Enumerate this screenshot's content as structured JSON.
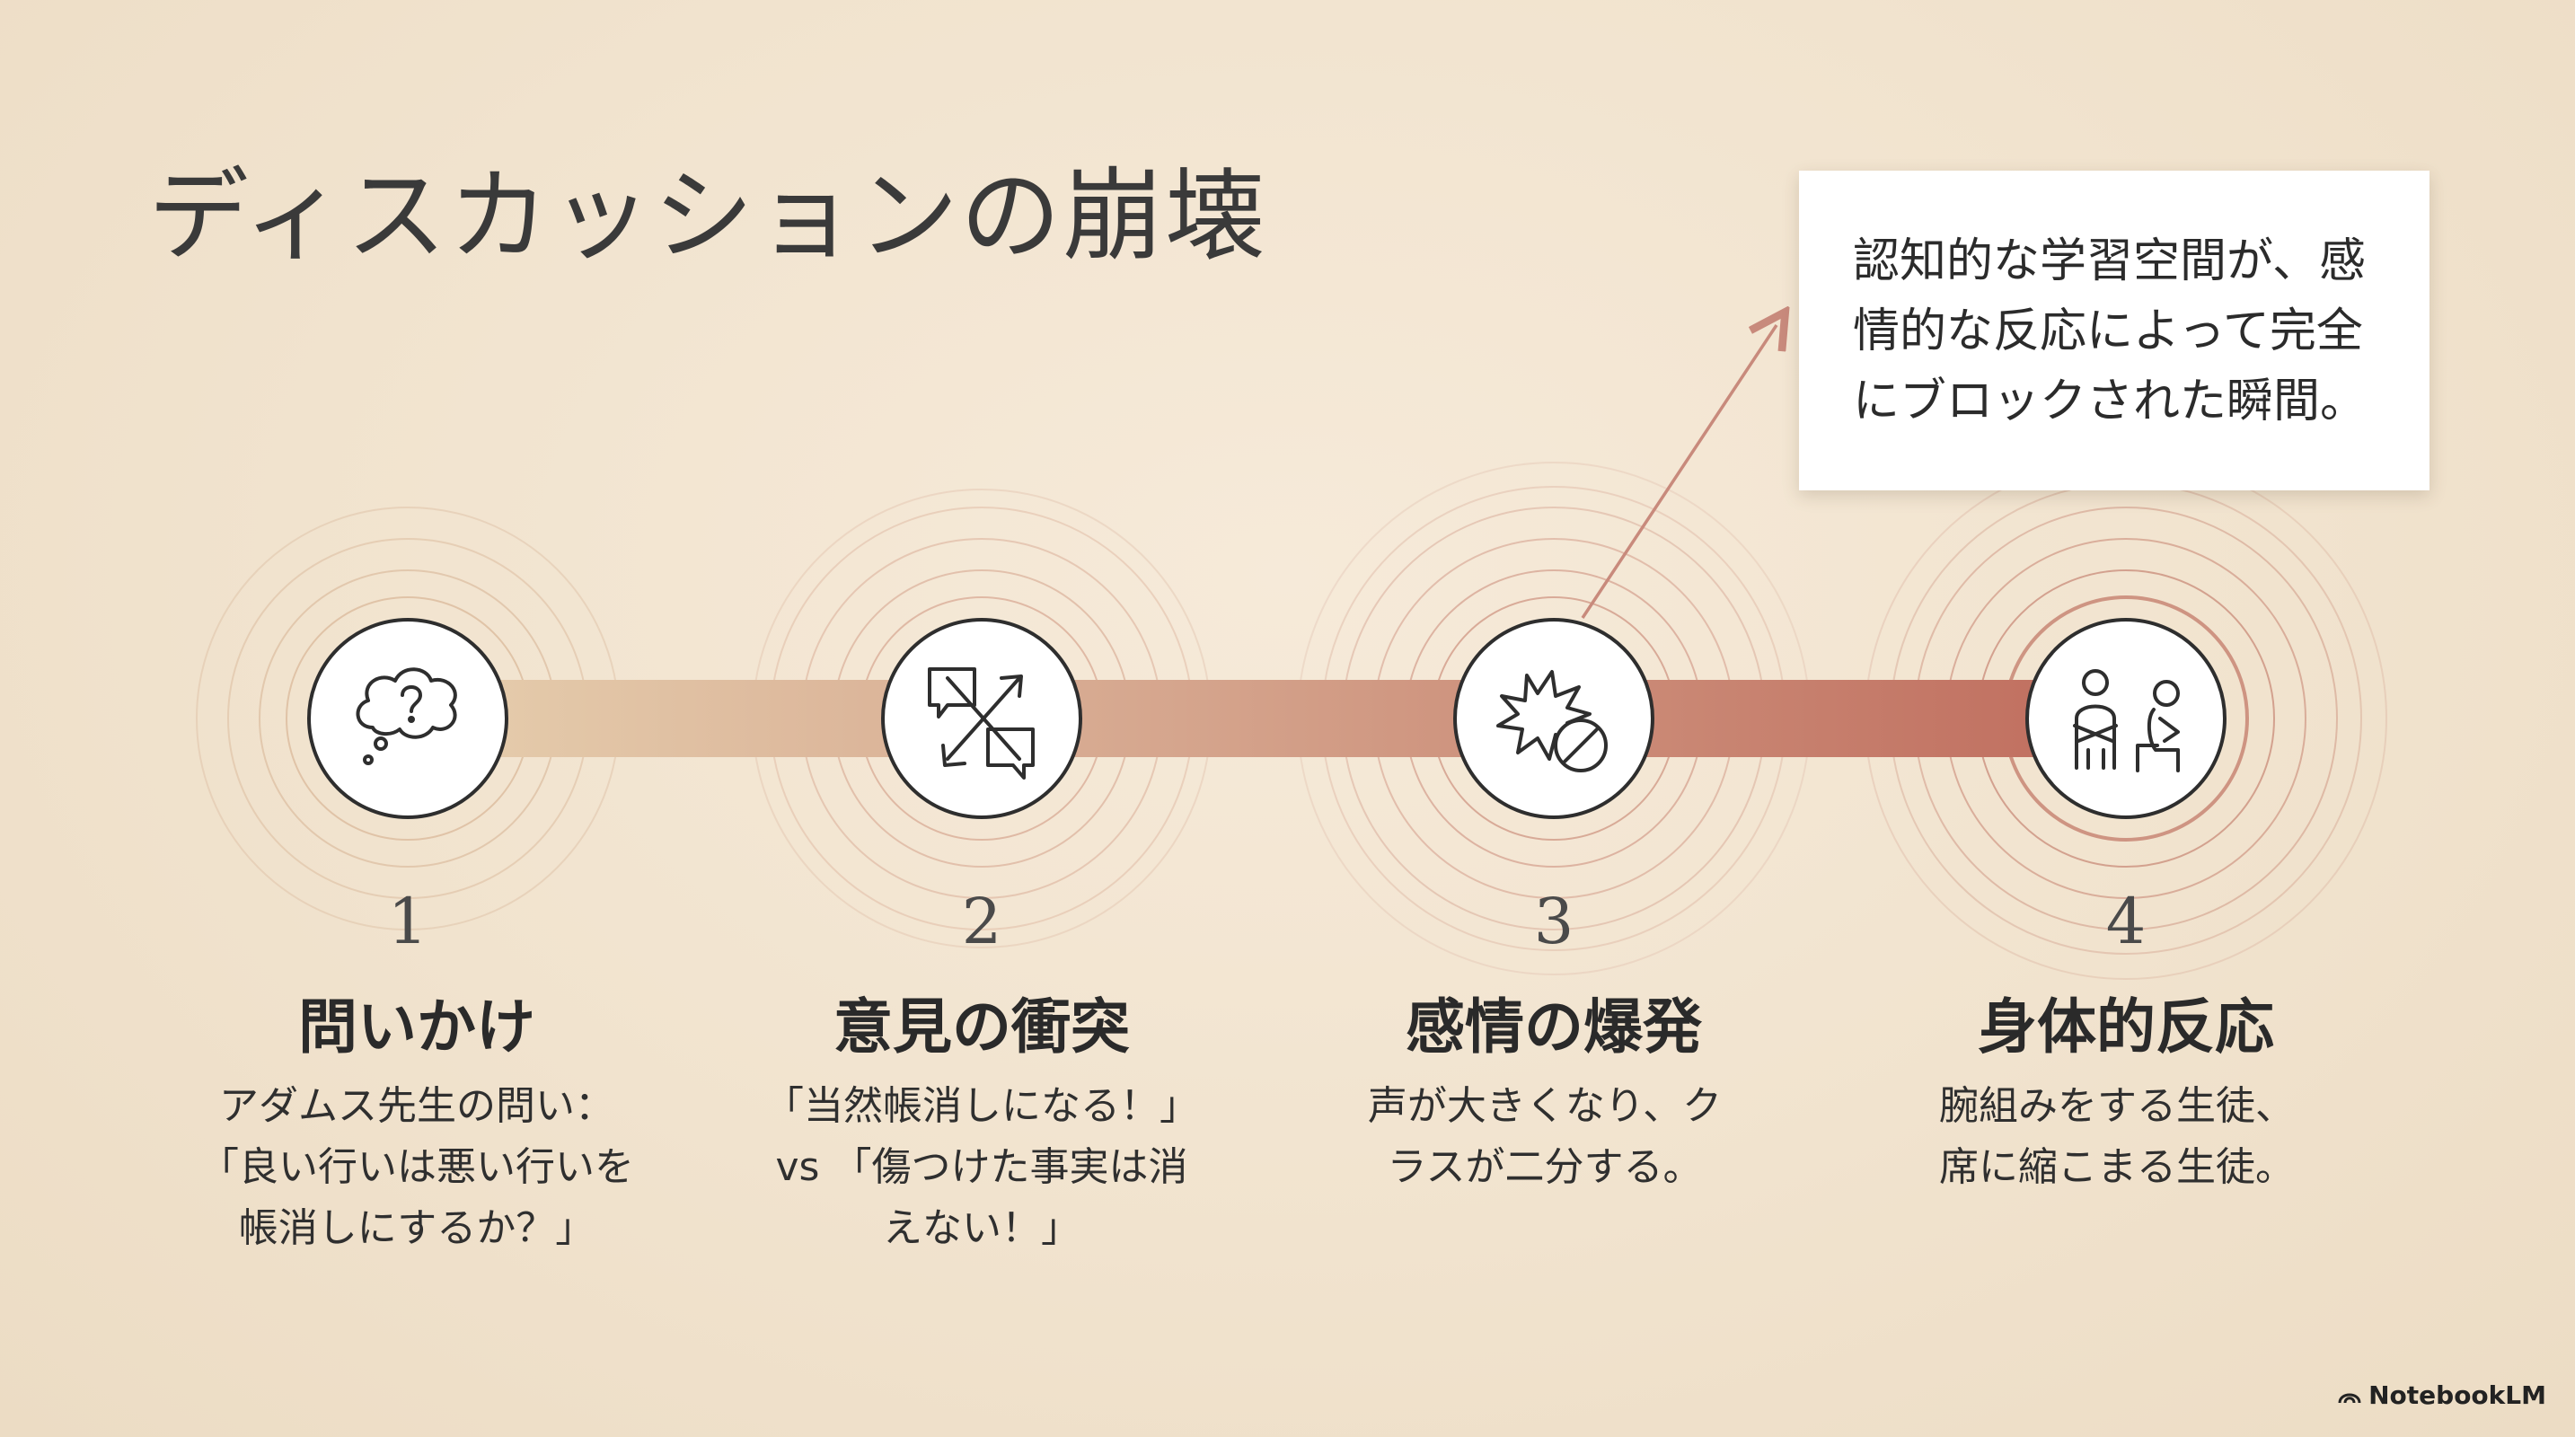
{
  "title": "ディスカッションの崩壊",
  "callout": {
    "lines": [
      "認知的な学習空間が、感",
      "情的な反応によって完全",
      "にブロックされた瞬間。"
    ]
  },
  "steps": [
    {
      "number": "1",
      "title": "問いかけ",
      "desc": [
        "アダムス先生の問い：",
        "「良い行いは悪い行いを",
        "帳消しにするか？」"
      ],
      "icon": "thought-bubble-question-icon",
      "ring_color": "#d9b89a"
    },
    {
      "number": "2",
      "title": "意見の衝突",
      "desc": [
        "「当然帳消しになる！」",
        "vs 「傷つけた事実は消",
        "えない！」"
      ],
      "icon": "clashing-speech-bubbles-icon",
      "ring_color": "#d8a994"
    },
    {
      "number": "3",
      "title": "感情の爆発",
      "desc": [
        "声が大きくなり、ク",
        "ラスが二分する。"
      ],
      "icon": "burst-blocked-icon",
      "ring_color": "#cf9583"
    },
    {
      "number": "4",
      "title": "身体的反応",
      "desc": [
        "腕組みをする生徒、",
        "席に縮こまる生徒。"
      ],
      "icon": "crossed-arms-students-icon",
      "ring_color": "#c27a68"
    }
  ],
  "colors": {
    "bar_start": "#e3c9a6",
    "bar_end": "#c06f60",
    "arrow": "#c88a7c"
  },
  "brand": "NotebookLM"
}
